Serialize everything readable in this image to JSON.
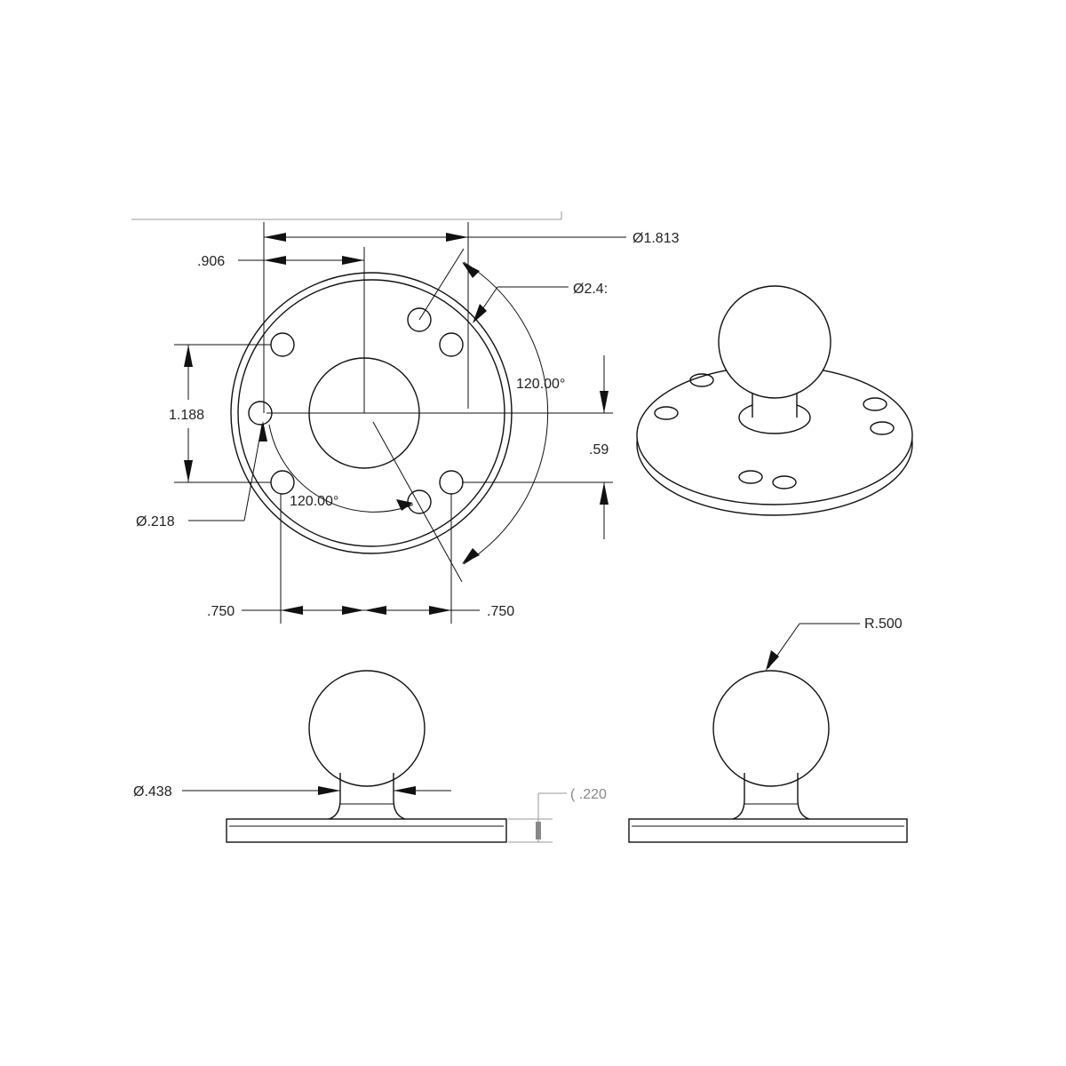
{
  "drawing": {
    "line_color": "#111111",
    "background": "#ffffff",
    "dimensions": {
      "dia_1813": "Ø1.813",
      "dia_243": "Ø2.4:",
      "d_906": ".906",
      "d_1188": "1.188",
      "d_594": ".59",
      "angle_right": "120.00°",
      "angle_left": "120.00°",
      "dia_218": "Ø.218",
      "d_750_left": ".750",
      "d_750_right": ".750",
      "radius_500": "R.500",
      "dia_438": "Ø.438",
      "d_220": "( .220"
    }
  }
}
